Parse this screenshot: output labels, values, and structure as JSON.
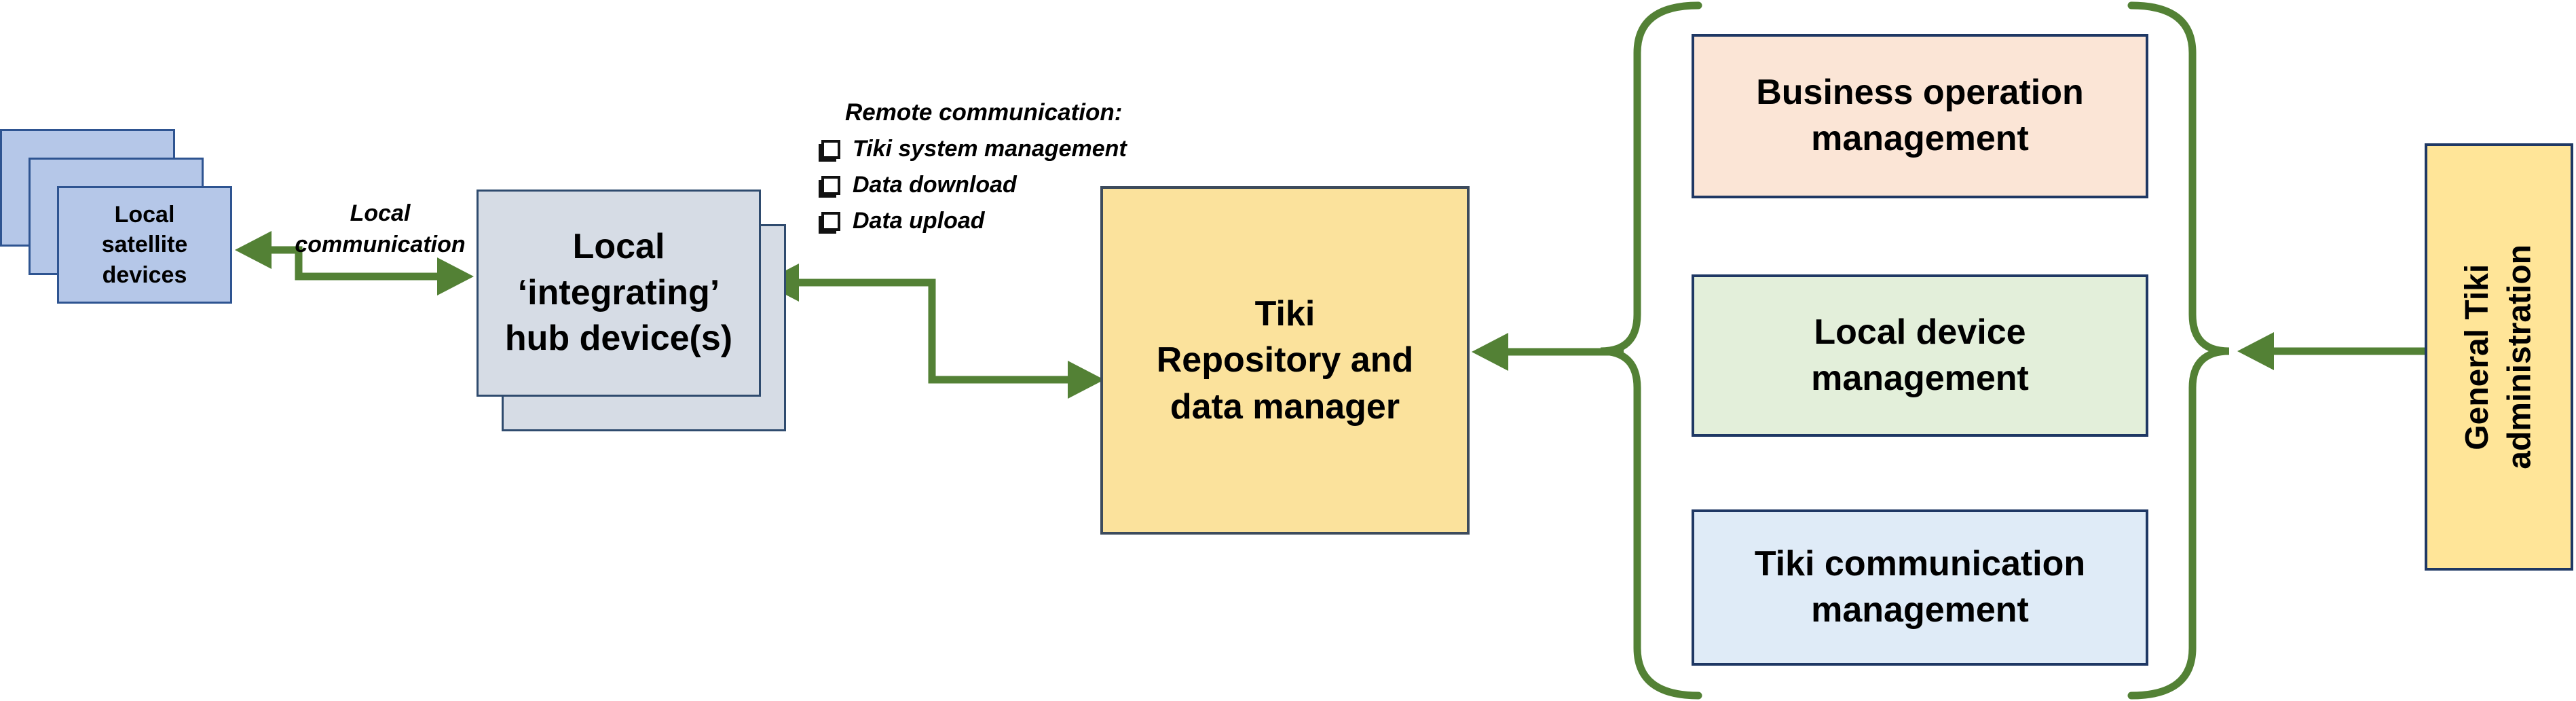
{
  "diagram": {
    "nodes": {
      "satellite": {
        "label": "Local\nsatellite\ndevices"
      },
      "hub": {
        "label": "Local\n‘integrating’\nhub device(s)"
      },
      "repository": {
        "label": "Tiki\nRepository and\ndata manager"
      },
      "admin": {
        "label": "General Tiki\nadministration"
      },
      "managers": [
        {
          "label": "Business operation\nmanagement"
        },
        {
          "label": "Local device\nmanagement"
        },
        {
          "label": "Tiki communication\nmanagement"
        }
      ]
    },
    "labels": {
      "local_communication": "Local\ncommunication",
      "remote_communication_title": "Remote communication:",
      "remote_items": [
        "Tiki system management",
        "Data download",
        "Data upload"
      ]
    },
    "colors": {
      "connector_green": "#538135",
      "satellite_fill": "#b5c7e8",
      "hub_fill": "#d6dce5",
      "repository_fill": "#fbe29c",
      "admin_fill": "#ffe598",
      "business_fill": "#fbe5d6",
      "device_fill": "#e3efda",
      "communication_fill": "#dfebf7",
      "border_navy": "#1f3864"
    }
  }
}
